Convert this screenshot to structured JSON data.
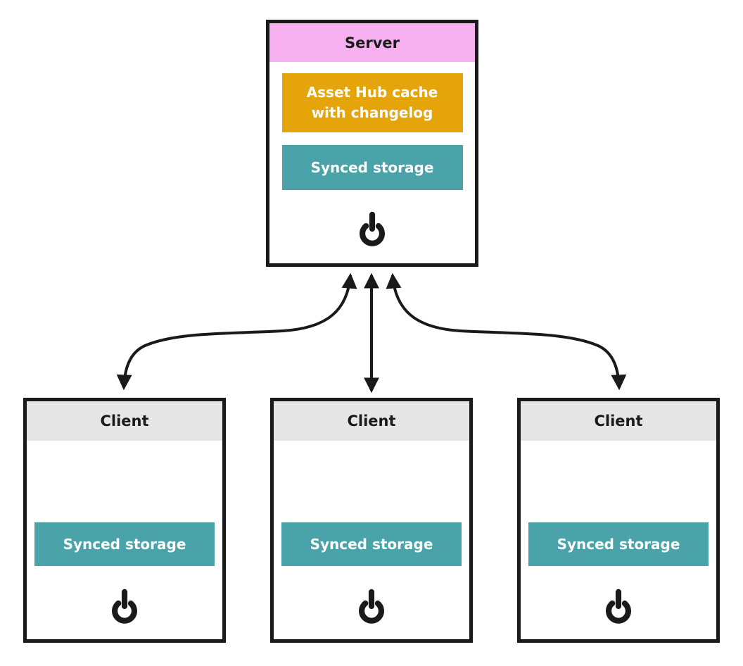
{
  "colors": {
    "ink": "#1a1a1a",
    "server-header": "#f7b0ef",
    "client-header": "#e6e6e6",
    "cache": "#e5a50a",
    "storage": "#4aa3a8",
    "bg": "#ffffff",
    "text-light": "#ffffff"
  },
  "server": {
    "title": "Server",
    "cache_label": "Asset Hub cache with changelog",
    "storage_label": "Synced storage",
    "power_icon": "power-icon"
  },
  "clients": [
    {
      "title": "Client",
      "storage_label": "Synced storage",
      "power_icon": "power-icon"
    },
    {
      "title": "Client",
      "storage_label": "Synced storage",
      "power_icon": "power-icon"
    },
    {
      "title": "Client",
      "storage_label": "Synced storage",
      "power_icon": "power-icon"
    }
  ],
  "connections": [
    {
      "from": "server",
      "to": "client-1",
      "bidirectional": true
    },
    {
      "from": "server",
      "to": "client-2",
      "bidirectional": true
    },
    {
      "from": "server",
      "to": "client-3",
      "bidirectional": true
    }
  ]
}
